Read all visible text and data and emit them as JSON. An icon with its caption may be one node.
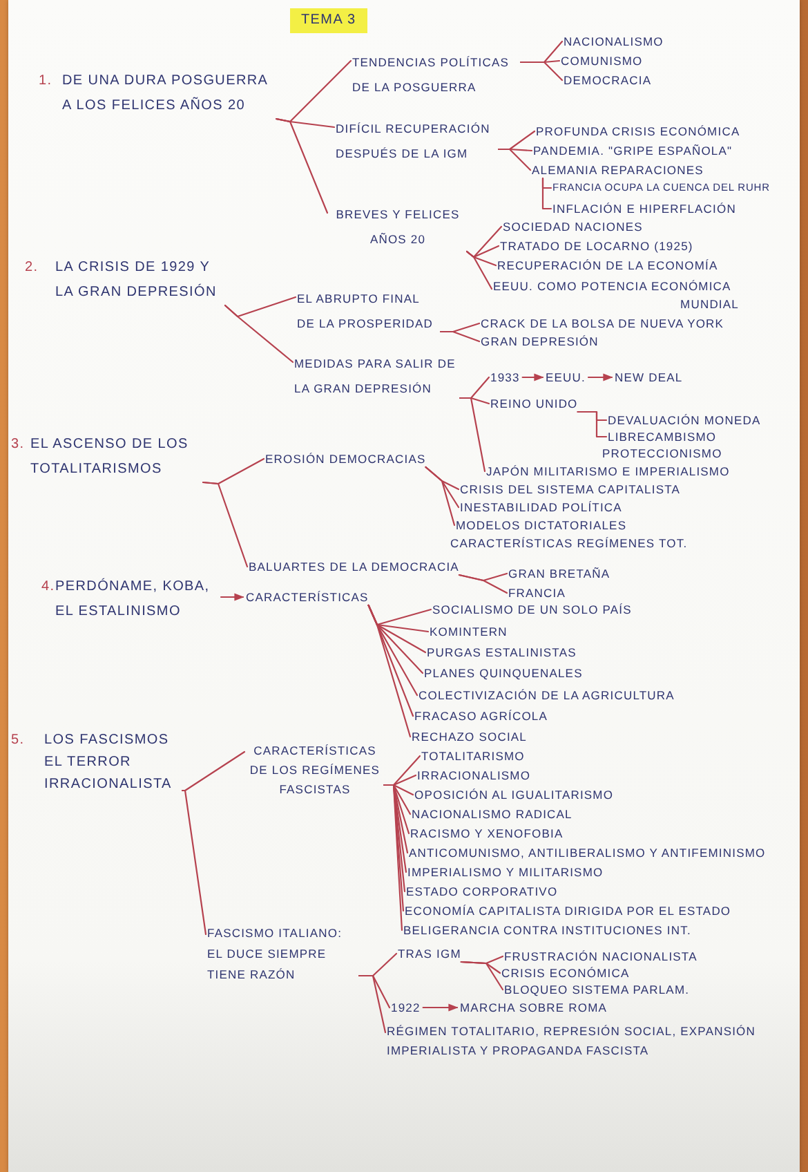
{
  "diagram": {
    "title": "TEMA 3",
    "nodes": [
      {
        "text": [
          "1.",
          "DE UNA DURA POSGUERRA A LOS FELICES AÑOS 20"
        ]
      },
      {
        "text": [
          "TENDENCIAS POLÍTICAS DE LA POSGUERRA"
        ]
      },
      {
        "text": [
          "NACIONALISMO"
        ]
      },
      {
        "text": [
          "COMUNISMO"
        ]
      },
      {
        "text": [
          "DEMOCRACIA"
        ]
      },
      {
        "text": [
          "DIFÍCIL RECUPERACIÓN DESPUÉS DE LA IGM"
        ]
      },
      {
        "text": [
          "PROFUNDA CRISIS ECONÓMICA"
        ]
      },
      {
        "text": [
          "PANDEMIA. \"GRIPE ESPAÑOLA\""
        ]
      },
      {
        "text": [
          "ALEMANIA REPARACIONES"
        ]
      },
      {
        "text": [
          "FRANCIA OCUPA LA CUENCA DEL RUHR"
        ]
      },
      {
        "text": [
          "INFLACIÓN E HIPERFLACIÓN"
        ]
      },
      {
        "text": [
          "BREVES Y FELICES AÑOS 20"
        ]
      },
      {
        "text": [
          "SOCIEDAD NACIONES"
        ]
      },
      {
        "text": [
          "TRATADO DE LOCARNO (1925)"
        ]
      },
      {
        "text": [
          "RECUPERACIÓN DE LA ECONOMÍA"
        ]
      },
      {
        "text": [
          "EEUU. COMO POTENCIA ECONÓMICA MUNDIAL"
        ]
      },
      {
        "text": [
          "2.",
          "LA CRISIS DE 1929 Y LA GRAN DEPRESIÓN"
        ]
      },
      {
        "text": [
          "EL ABRUPTO FINAL DE LA PROSPERIDAD"
        ]
      },
      {
        "text": [
          "CRACK DE LA BOLSA DE NUEVA YORK"
        ]
      },
      {
        "text": [
          "GRAN DEPRESIÓN"
        ]
      },
      {
        "text": [
          "MEDIDAS PARA SALIR DE LA GRAN DEPRESIÓN"
        ]
      },
      {
        "text": [
          "1933"
        ]
      },
      {
        "text": [
          "EEUU."
        ]
      },
      {
        "text": [
          "NEW DEAL"
        ]
      },
      {
        "text": [
          "REINO UNIDO"
        ]
      },
      {
        "text": [
          "DEVALUACIÓN MONEDA"
        ]
      },
      {
        "text": [
          "LIBRECAMBISMO"
        ]
      },
      {
        "text": [
          "JAPÓN MILITARISMO E IMPERIALISMO"
        ]
      },
      {
        "text": [
          "3.",
          "EL ASCENSO DE LOS TOTALITARISMOS"
        ]
      },
      {
        "text": [
          "EROSIÓN DEMOCRACIAS"
        ]
      },
      {
        "text": [
          "CRISIS DEL SISTEMA CAPITALISTA"
        ]
      },
      {
        "text": [
          "INESTABILIDAD POLÍTICA"
        ]
      },
      {
        "text": [
          "MODELOS DICTATORIALES"
        ]
      },
      {
        "text": [
          "BALUARTES DE LA DEMOCRACIA"
        ]
      },
      {
        "text": [
          "GRAN BRETAÑA"
        ]
      },
      {
        "text": [
          "FRANCIA"
        ]
      },
      {
        "text": [
          "4.",
          "PERDÓNAME, KOBA, EL ESTALINISMO"
        ]
      },
      {
        "text": [
          "CARACTERÍSTICAS"
        ]
      },
      {
        "text": [
          "SOCIALISMO DE UN SOLO PAÍS"
        ]
      },
      {
        "text": [
          "KOMINTERN"
        ]
      },
      {
        "text": [
          "PURGAS ESTALINISTAS"
        ]
      },
      {
        "text": [
          "PLANES QUINQUENALES"
        ]
      },
      {
        "text": [
          "COLECTIVIZACIÓN DE LA AGRICULTURA"
        ]
      },
      {
        "text": [
          "FRACASO AGRÍCOLA"
        ]
      },
      {
        "text": [
          "RECHAZO SOCIAL"
        ]
      },
      {
        "text": [
          "5.",
          "LOS FASCISMOS EL TERROR IRRACIONALISTA"
        ]
      },
      {
        "text": [
          "CARACTERÍSTICAS DE LOS REGÍMENES FASCISTAS"
        ]
      },
      {
        "text": [
          "TOTALITARISMO"
        ]
      },
      {
        "text": [
          "IRRACIONALISMO"
        ]
      },
      {
        "text": [
          "OPOSICIÓN AL IGUALITARISMO"
        ]
      },
      {
        "text": [
          "NACIONALISMO RADICAL"
        ]
      },
      {
        "text": [
          "RACISMO Y XENOFOBIA"
        ]
      },
      {
        "text": [
          "ANTICOMUNISMO, ANTILIBERALISMO Y ANTIFEMINISMO"
        ]
      },
      {
        "text": [
          "IMPERIALISMO Y MILITARISMO"
        ]
      },
      {
        "text": [
          "ESTADO CORPORATIVO"
        ]
      },
      {
        "text": [
          "ECONOMÍA CAPITALISTA DIRIGIDA POR EL ESTADO"
        ]
      },
      {
        "text": [
          "BELIGERANCIA CONTRA INSTITUCIONES INT."
        ]
      },
      {
        "text": [
          "FASCISMO ITALIANO:",
          "EL DUCE SIEMPRE TIENE RAZÓN"
        ]
      },
      {
        "text": [
          "TRAS IGM"
        ]
      },
      {
        "text": [
          "FRUSTRACIÓN NACIONALISTA"
        ]
      },
      {
        "text": [
          "CRISIS ECONÓMICA"
        ]
      },
      {
        "text": [
          "BLOQUEO SISTEMA PARLAM."
        ]
      },
      {
        "text": [
          "1922"
        ]
      },
      {
        "text": [
          "MARCHA SOBRE ROMA"
        ]
      },
      {
        "text": [
          "RÉGIMEN TOTALITARIO, REPRESIÓN SOCIAL, EXPANSIÓN IMPERIALISTA Y PROPAGANDA FASCISTA"
        ]
      }
    ],
    "edges": [
      {
        "from": 0,
        "to": 1,
        "arrow": "none"
      },
      {
        "from": 0,
        "to": 5,
        "arrow": "none"
      },
      {
        "from": 0,
        "to": 11,
        "arrow": "none"
      },
      {
        "from": 1,
        "to": 2,
        "arrow": "none"
      },
      {
        "from": 1,
        "to": 3,
        "arrow": "none"
      },
      {
        "from": 1,
        "to": 4,
        "arrow": "none"
      },
      {
        "from": 5,
        "to": 6,
        "arrow": "none"
      },
      {
        "from": 5,
        "to": 7,
        "arrow": "none"
      },
      {
        "from": 5,
        "to": 8,
        "arrow": "none"
      },
      {
        "from": 8,
        "to": 9,
        "arrow": "none"
      },
      {
        "from": 8,
        "to": 10,
        "arrow": "none"
      },
      {
        "from": 11,
        "to": 12,
        "arrow": "none"
      },
      {
        "from": 11,
        "to": 13,
        "arrow": "none"
      },
      {
        "from": 11,
        "to": 14,
        "arrow": "none"
      },
      {
        "from": 11,
        "to": 15,
        "arrow": "none"
      },
      {
        "from": 16,
        "to": 17,
        "arrow": "none"
      },
      {
        "from": 16,
        "to": 20,
        "arrow": "none"
      },
      {
        "from": 17,
        "to": 18,
        "arrow": "none"
      },
      {
        "from": 17,
        "to": 19,
        "arrow": "none"
      },
      {
        "from": 20,
        "to": 21,
        "arrow": "none"
      },
      {
        "from": 20,
        "to": 24,
        "arrow": "none"
      },
      {
        "from": 20,
        "to": 27,
        "arrow": "none"
      },
      {
        "from": 21,
        "to": 22,
        "arrow": "to"
      },
      {
        "from": 22,
        "to": 23,
        "arrow": "to"
      },
      {
        "from": 24,
        "to": 25,
        "arrow": "none"
      },
      {
        "from": 24,
        "to": 26,
        "arrow": "none"
      },
      {
        "from": 28,
        "to": 29,
        "arrow": "none"
      },
      {
        "from": 28,
        "to": 33,
        "arrow": "none"
      },
      {
        "from": 29,
        "to": 30,
        "arrow": "none"
      },
      {
        "from": 29,
        "to": 31,
        "arrow": "none"
      },
      {
        "from": 29,
        "to": 32,
        "arrow": "none"
      },
      {
        "from": 33,
        "to": 34,
        "arrow": "none"
      },
      {
        "from": 33,
        "to": 35,
        "arrow": "none"
      },
      {
        "from": 36,
        "to": 37,
        "arrow": "to"
      },
      {
        "from": 37,
        "to": 38,
        "arrow": "none"
      },
      {
        "from": 37,
        "to": 39,
        "arrow": "none"
      },
      {
        "from": 37,
        "to": 40,
        "arrow": "none"
      },
      {
        "from": 37,
        "to": 41,
        "arrow": "none"
      },
      {
        "from": 37,
        "to": 42,
        "arrow": "none"
      },
      {
        "from": 37,
        "to": 43,
        "arrow": "none"
      },
      {
        "from": 37,
        "to": 44,
        "arrow": "none"
      },
      {
        "from": 45,
        "to": 46,
        "arrow": "none"
      },
      {
        "from": 45,
        "to": 57,
        "arrow": "none"
      },
      {
        "from": 46,
        "to": 47,
        "arrow": "none"
      },
      {
        "from": 46,
        "to": 48,
        "arrow": "none"
      },
      {
        "from": 46,
        "to": 49,
        "arrow": "none"
      },
      {
        "from": 46,
        "to": 50,
        "arrow": "none"
      },
      {
        "from": 46,
        "to": 51,
        "arrow": "none"
      },
      {
        "from": 46,
        "to": 52,
        "arrow": "none"
      },
      {
        "from": 46,
        "to": 53,
        "arrow": "none"
      },
      {
        "from": 46,
        "to": 54,
        "arrow": "none"
      },
      {
        "from": 46,
        "to": 55,
        "arrow": "none"
      },
      {
        "from": 46,
        "to": 56,
        "arrow": "none"
      },
      {
        "from": 57,
        "to": 58,
        "arrow": "none"
      },
      {
        "from": 57,
        "to": 62,
        "arrow": "none"
      },
      {
        "from": 57,
        "to": 64,
        "arrow": "none"
      },
      {
        "from": 58,
        "to": 59,
        "arrow": "none"
      },
      {
        "from": 58,
        "to": 60,
        "arrow": "none"
      },
      {
        "from": 58,
        "to": 61,
        "arrow": "none"
      },
      {
        "from": 62,
        "to": 63,
        "arrow": "to"
      }
    ],
    "labels": [
      "PROTECCIONISMO",
      "CARACTERÍSTICAS REGÍMENES TOT."
    ]
  }
}
